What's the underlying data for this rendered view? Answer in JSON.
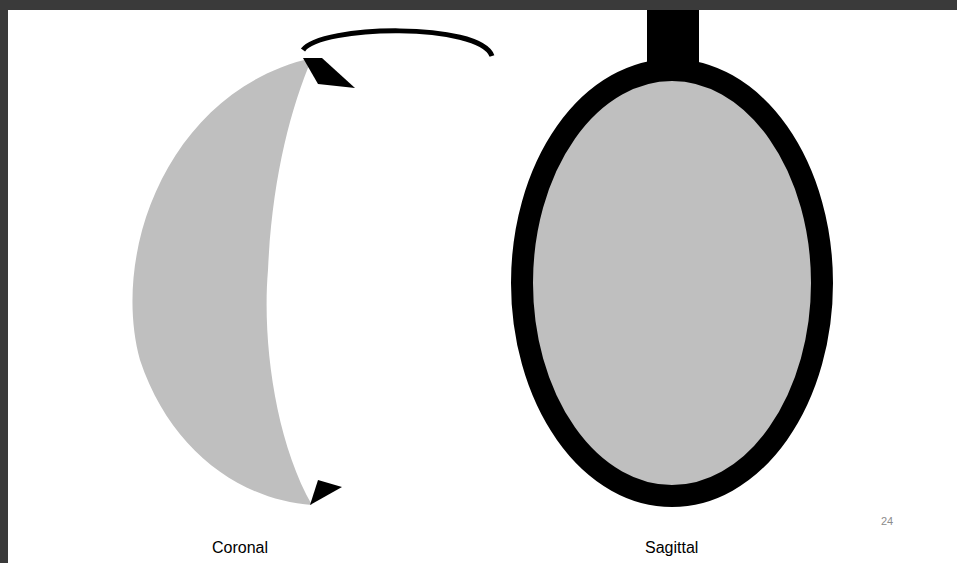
{
  "diagram": {
    "labels": [
      "Coronal",
      "Sagittal",
      "24"
    ]
  }
}
